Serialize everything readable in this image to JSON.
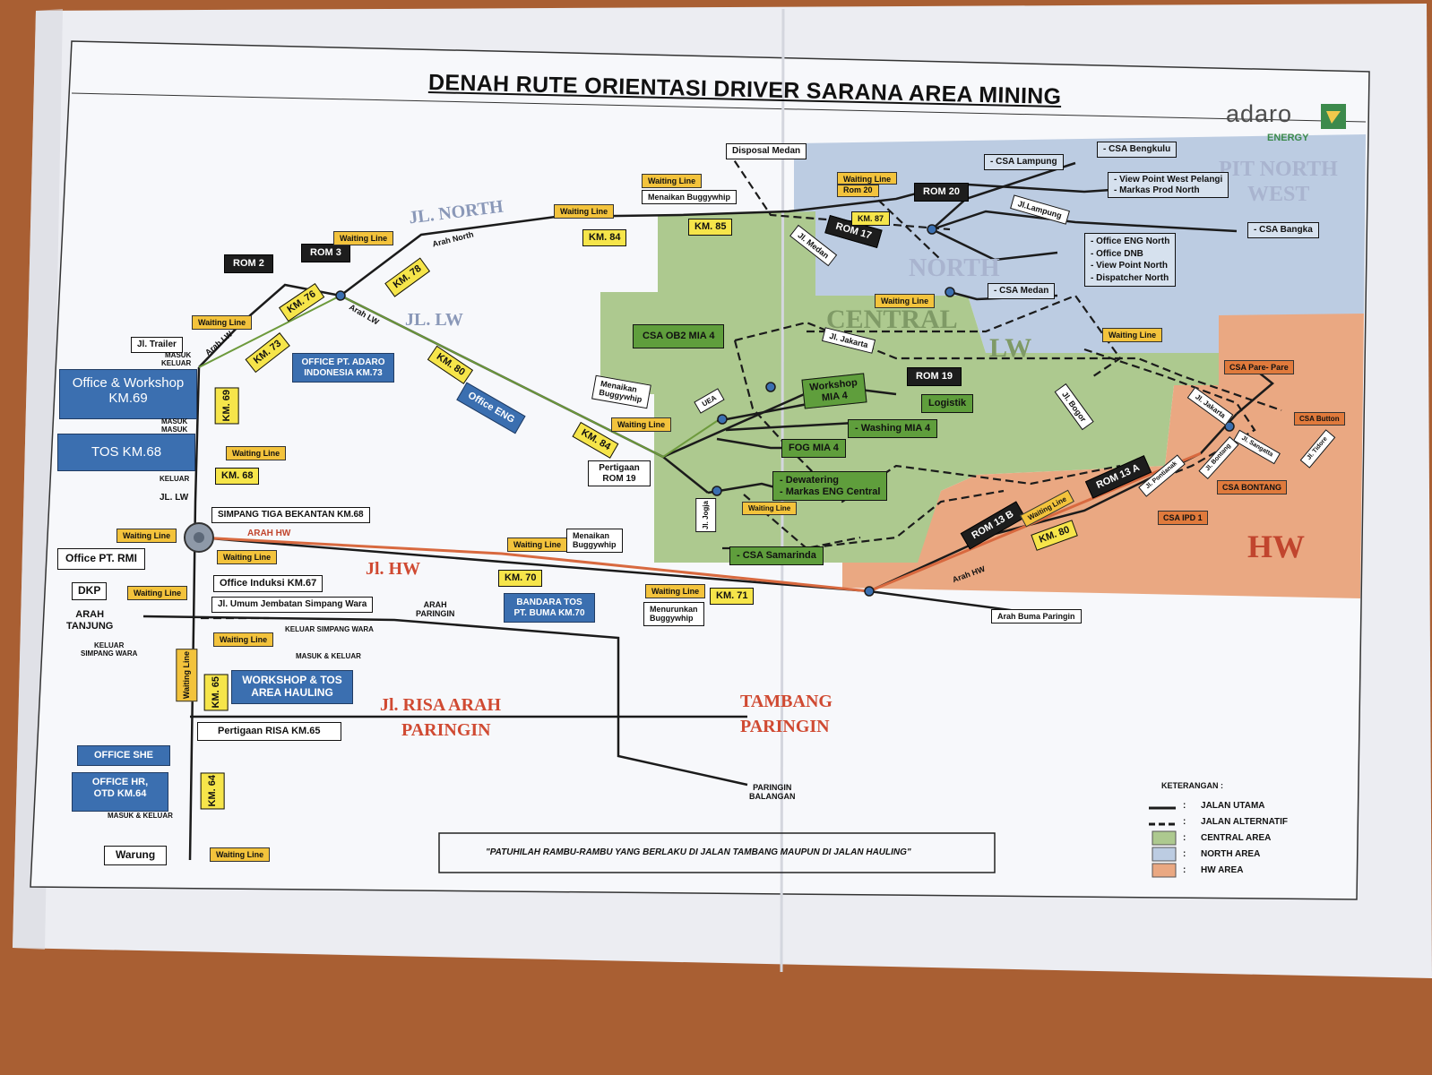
{
  "title": "DENAH RUTE ORIENTASI DRIVER SARANA AREA MINING",
  "logo": {
    "brand": "adaro",
    "sub": "ENERGY"
  },
  "colors": {
    "central": "#a9c98b",
    "north": "#b9c8e0",
    "hw": "#e9a67f",
    "road_hw": "#d8693f",
    "road_lw": "#6d9a3c"
  },
  "roads": {
    "jl_north": "JL. NORTH",
    "jl_lw": "JL. LW",
    "jl_hw": "Jl. HW",
    "jl_risa": [
      "Jl. RISA ARAH",
      "PARINGIN"
    ],
    "tambang": [
      "TAMBANG",
      "PARINGIN"
    ]
  },
  "zones": {
    "pit_north_west": [
      "PIT NORTH",
      "WEST"
    ],
    "north": "NORTH",
    "central": "CENTRAL",
    "lw": "LW",
    "hw": "HW"
  },
  "roms": {
    "rom2": "ROM 2",
    "rom3": "ROM 3",
    "rom20": "ROM 20",
    "rom17": "ROM 17",
    "rom19": "ROM 19",
    "rom13a": "ROM 13 A",
    "rom13b": "ROM 13 B"
  },
  "km": {
    "km76": "KM. 76",
    "km78": "KM. 78",
    "km73": "KM. 73",
    "km69": "KM. 69",
    "km68": "KM. 68",
    "km84a": "KM. 84",
    "km85": "KM. 85",
    "km87": "KM. 87",
    "km80a": "KM. 80",
    "km84b": "KM. 84",
    "km70": "KM. 70",
    "km71": "KM. 71",
    "km80b": "KM. 80",
    "km65": "KM. 65",
    "km64": "KM. 64"
  },
  "waiting": {
    "label": "Waiting Line",
    "rom20": [
      "Waiting Line",
      "Rom 20"
    ]
  },
  "offices": {
    "office_workshop": [
      "Office & Workshop",
      "KM.69"
    ],
    "tos68": "TOS KM.68",
    "office_adaro": [
      "OFFICE PT. ADARO",
      "INDONESIA KM.73"
    ],
    "office_eng": "Office ENG",
    "bandara": [
      "BANDARA TOS",
      "PT. BUMA KM.70"
    ],
    "workshop_tos": [
      "WORKSHOP & TOS",
      "AREA HAULING"
    ],
    "office_she": "OFFICE SHE",
    "office_hr": [
      "OFFICE HR,",
      "OTD KM.64"
    ]
  },
  "boxes": {
    "disposal": "Disposal Medan",
    "jl_trailer": "Jl. Trailer",
    "simpang_tiga": "SIMPANG TIGA BEKANTAN KM.68",
    "office_rmi": "Office PT. RMI",
    "office_induksi": "Office Induksi KM.67",
    "dkp": "DKP",
    "jembatan": "Jl. Umum Jembatan Simpang Wara",
    "pertigaan_risa": "Pertigaan RISA KM.65",
    "warung": "Warung",
    "pertigaan_rom19": [
      "Pertigaan",
      "ROM 19"
    ],
    "menaikan_bw_top": "Menaikan Buggywhip",
    "menaikan_bw_mid": [
      "Menaikan",
      "Buggywhip"
    ],
    "menaikan_bw_hw": [
      "Menaikan",
      "Buggywhip"
    ],
    "menurunkan_bw": [
      "Menurunkan",
      "Buggywhip"
    ],
    "csa_lampung": "- CSA Lampung",
    "csa_bengkulu": "- CSA Bengkulu",
    "view_point_west": [
      "- View Point West Pelangi",
      "- Markas Prod North"
    ],
    "csa_bangka": "- CSA Bangka",
    "north_list": [
      "- Office ENG North",
      "- Office DNB",
      "- View Point North",
      "- Dispatcher North"
    ],
    "csa_medan": "- CSA Medan",
    "jl_lampung": "Jl.Lampung",
    "jl_medan": "Jl. Medan",
    "jl_jakarta": "Jl. Jakarta",
    "jl_bogor": "Jl. Bogor",
    "jl_jogja": "Jl. Jogja",
    "arah_buma": "Arah Buma Paringin"
  },
  "central_sites": {
    "csa_ob2": "CSA OB2 MIA 4",
    "workshop_mia4": [
      "Workshop",
      "MIA 4"
    ],
    "logistik": "Logistik",
    "washing": "- Washing MIA 4",
    "fog": "FOG MIA 4",
    "dewatering": [
      "- Dewatering",
      "- Markas ENG Central"
    ],
    "csa_samarinda": "- CSA Samarinda",
    "uea": "UEA"
  },
  "hw_sites": {
    "csa_parepare": "CSA Pare- Pare",
    "csa_bontang": "CSA BONTANG",
    "csa_ipd": "CSA IPD 1",
    "csa_buton": "CSA Button",
    "jl_jakarta_hw": "Jl. Jakarta",
    "jl_bontang": "Jl. Bontang",
    "jl_sangatta": "Jl. Sangatta",
    "jl_pontianak": "Jl. Pontianak",
    "jl_tidore": "Jl. Tidore"
  },
  "small_text": {
    "arah_north": "Arah North",
    "arah_lw1": "Arah LW",
    "arah_lw2": "Arah LW",
    "masuk_keluar": [
      "MASUK",
      "KELUAR"
    ],
    "masuk_masuk": [
      "MASUK",
      "MASUK"
    ],
    "keluar": "KELUAR",
    "jl_lw_small": "JL. LW",
    "arah_hw": "ARAH HW",
    "arah_hw2": "Arah HW",
    "arah_tanjung": [
      "ARAH",
      "TANJUNG"
    ],
    "keluar_simpang": [
      "KELUAR",
      "SIMPANG WARA"
    ],
    "keluar_simpang_wara": "KELUAR SIMPANG WARA",
    "masuk_keluar2": "MASUK & KELUAR",
    "masuk_keluar3": "MASUK & KELUAR",
    "arah_paringin": [
      "ARAH",
      "PARINGIN"
    ],
    "paringin_balangan": [
      "PARINGIN",
      "BALANGAN"
    ]
  },
  "notice": "\"PATUHILAH RAMBU-RAMBU YANG BERLAKU DI JALAN TAMBANG MAUPUN DI JALAN HAULING\"",
  "legend": {
    "title": "KETERANGAN :",
    "items": [
      {
        "label": "JALAN UTAMA",
        "kind": "solid"
      },
      {
        "label": "JALAN ALTERNATIF",
        "kind": "dashed"
      },
      {
        "label": "CENTRAL AREA",
        "kind": "central"
      },
      {
        "label": "NORTH AREA",
        "kind": "north"
      },
      {
        "label": "HW AREA",
        "kind": "hw"
      }
    ]
  }
}
